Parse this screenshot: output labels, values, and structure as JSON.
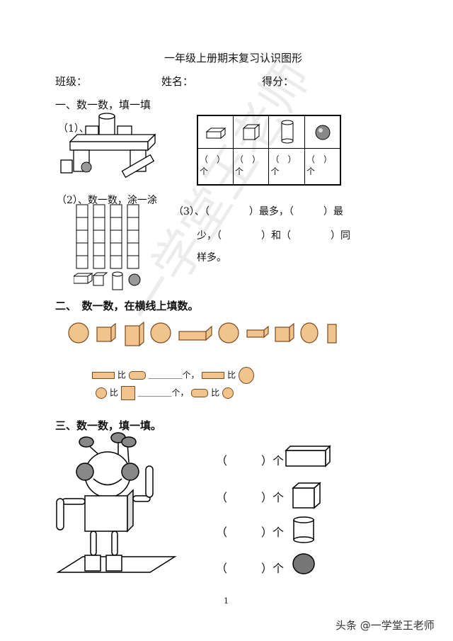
{
  "title": "一年级上册期末复习认识图形",
  "header": {
    "class_label": "班级：",
    "name_label": "姓名：",
    "score_label": "得分："
  },
  "section1": {
    "heading": "一、数一数，填一填",
    "q1": "（1）、",
    "table_cells": [
      "（　）个",
      "（　）个",
      "（　）个",
      "（　）个"
    ],
    "q2": "（2）、数一数，涂一涂",
    "q3": {
      "line1": "（3）、（　　　　）最多，（　　　）最",
      "line2": "少，（　　　　）和（　　　　）同",
      "line3": "样多。"
    }
  },
  "section2": {
    "heading": "二、　数一数，在横线上填数。",
    "compare": [
      "比",
      "＿＿＿＿个，",
      "比",
      "比",
      "＿＿＿＿个，",
      "比"
    ]
  },
  "section3": {
    "heading": "三、数一数，填一填。",
    "rows": [
      "（　　　）个",
      "（　　　）个",
      "（　　　）个",
      "（　　　）个"
    ]
  },
  "page_number": "1",
  "watermark": "一学堂王老师",
  "source": "头条 @一学堂王老师"
}
